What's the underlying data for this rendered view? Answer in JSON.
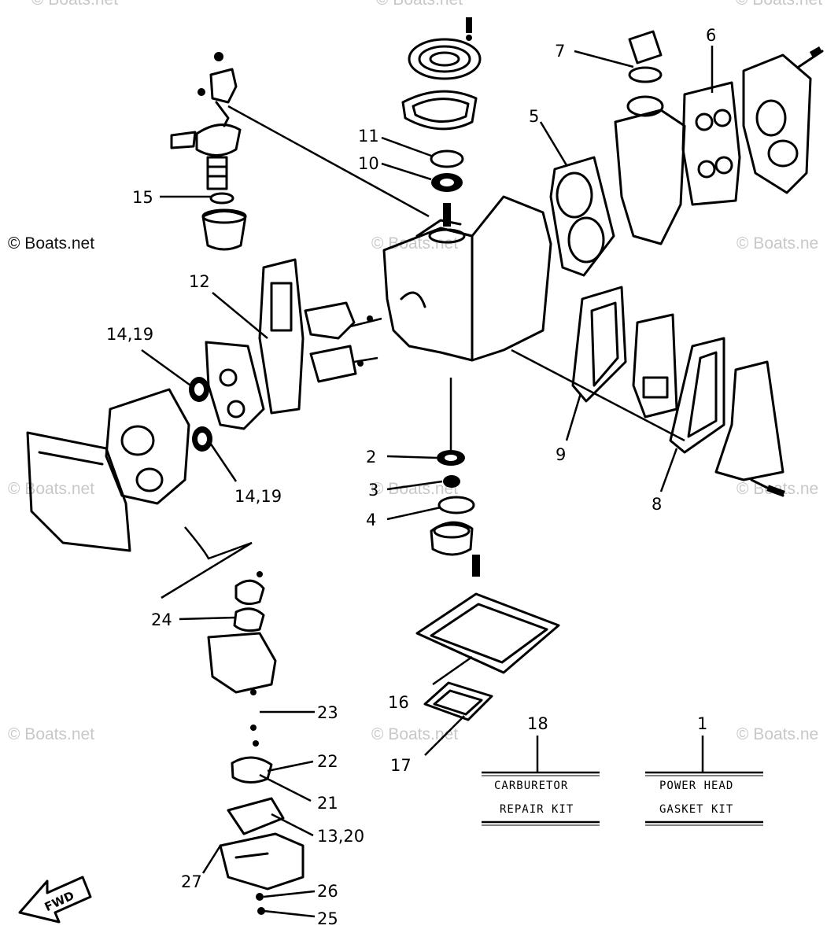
{
  "watermarks": [
    {
      "id": "top-left",
      "text": "© Boats.net"
    },
    {
      "id": "top-center",
      "text": "© Boats.net"
    },
    {
      "id": "top-right",
      "text": "© Boats.net"
    },
    {
      "id": "mid-left",
      "text": "© Boats.net"
    },
    {
      "id": "mid-center",
      "text": "© Boats.net"
    },
    {
      "id": "mid-right",
      "text": "© Boats.ne"
    },
    {
      "id": "low-left",
      "text": "© Boats.net"
    },
    {
      "id": "low-center",
      "text": "© Boats.net"
    },
    {
      "id": "low-right",
      "text": "© Boats.ne"
    },
    {
      "id": "bot-left",
      "text": "© Boats.net"
    },
    {
      "id": "bot-center",
      "text": "© Boats.net"
    },
    {
      "id": "bot-right",
      "text": "© Boats.ne"
    }
  ],
  "callouts": {
    "c1": "1",
    "c2": "2",
    "c3": "3",
    "c4": "4",
    "c5": "5",
    "c6": "6",
    "c7": "7",
    "c8": "8",
    "c9": "9",
    "c10": "10",
    "c11": "11",
    "c12": "12",
    "c13_20": "13,20",
    "c14_19_top": "14,19",
    "c14_19_bot": "14,19",
    "c15": "15",
    "c16": "16",
    "c17": "17",
    "c18": "18",
    "c21": "21",
    "c22": "22",
    "c23": "23",
    "c24": "24",
    "c25": "25",
    "c26": "26",
    "c27": "27"
  },
  "kits": {
    "carburetor": {
      "line1": "CARBURETOR",
      "line2": "REPAIR KIT"
    },
    "powerhead": {
      "line1": "POWER HEAD",
      "line2": "GASKET KIT"
    }
  },
  "fwd": "FWD"
}
